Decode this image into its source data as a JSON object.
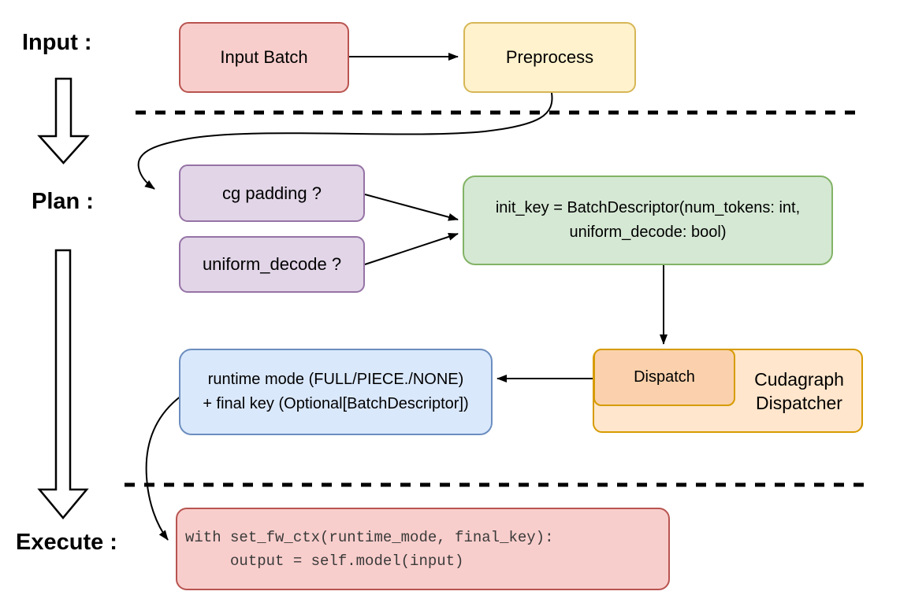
{
  "diagram": {
    "stage_labels": {
      "input": "Input :",
      "plan": "Plan :",
      "execute": "Execute :"
    },
    "nodes": {
      "input_batch": {
        "label": "Input Batch",
        "fill": "#F8CECC",
        "stroke": "#B85450"
      },
      "preprocess": {
        "label": "Preprocess",
        "fill": "#FFF2CC",
        "stroke": "#D6B656"
      },
      "cg_padding": {
        "label": "cg padding ?",
        "fill": "#E1D5E7",
        "stroke": "#9673A6"
      },
      "uniform_decode": {
        "label": "uniform_decode ?",
        "fill": "#E1D5E7",
        "stroke": "#9673A6"
      },
      "init_key": {
        "line1": "init_key = BatchDescriptor(num_tokens: int,",
        "line2": "uniform_decode: bool)",
        "fill": "#D5E8D4",
        "stroke": "#82B366"
      },
      "dispatch": {
        "label": "Dispatch",
        "fill": "#FAD1AC",
        "stroke": "#D79B00"
      },
      "cudagraph_dispatcher": {
        "line1": "Cudagraph",
        "line2": "Dispatcher",
        "fill": "#FFE6CC",
        "stroke": "#D79B00"
      },
      "runtime_mode": {
        "line1": "runtime mode (FULL/PIECE./NONE)",
        "line2": "+ final key (Optional[BatchDescriptor])",
        "fill": "#DAE8FC",
        "stroke": "#6C8EBF"
      },
      "execute_code": {
        "line1": "with set_fw_ctx(runtime_mode, final_key):",
        "line2": "     output = self.model(input)",
        "fill": "#F8CECC",
        "stroke": "#B85450",
        "text_color": "#3a3a3a"
      }
    },
    "connector_color": "#000000"
  }
}
